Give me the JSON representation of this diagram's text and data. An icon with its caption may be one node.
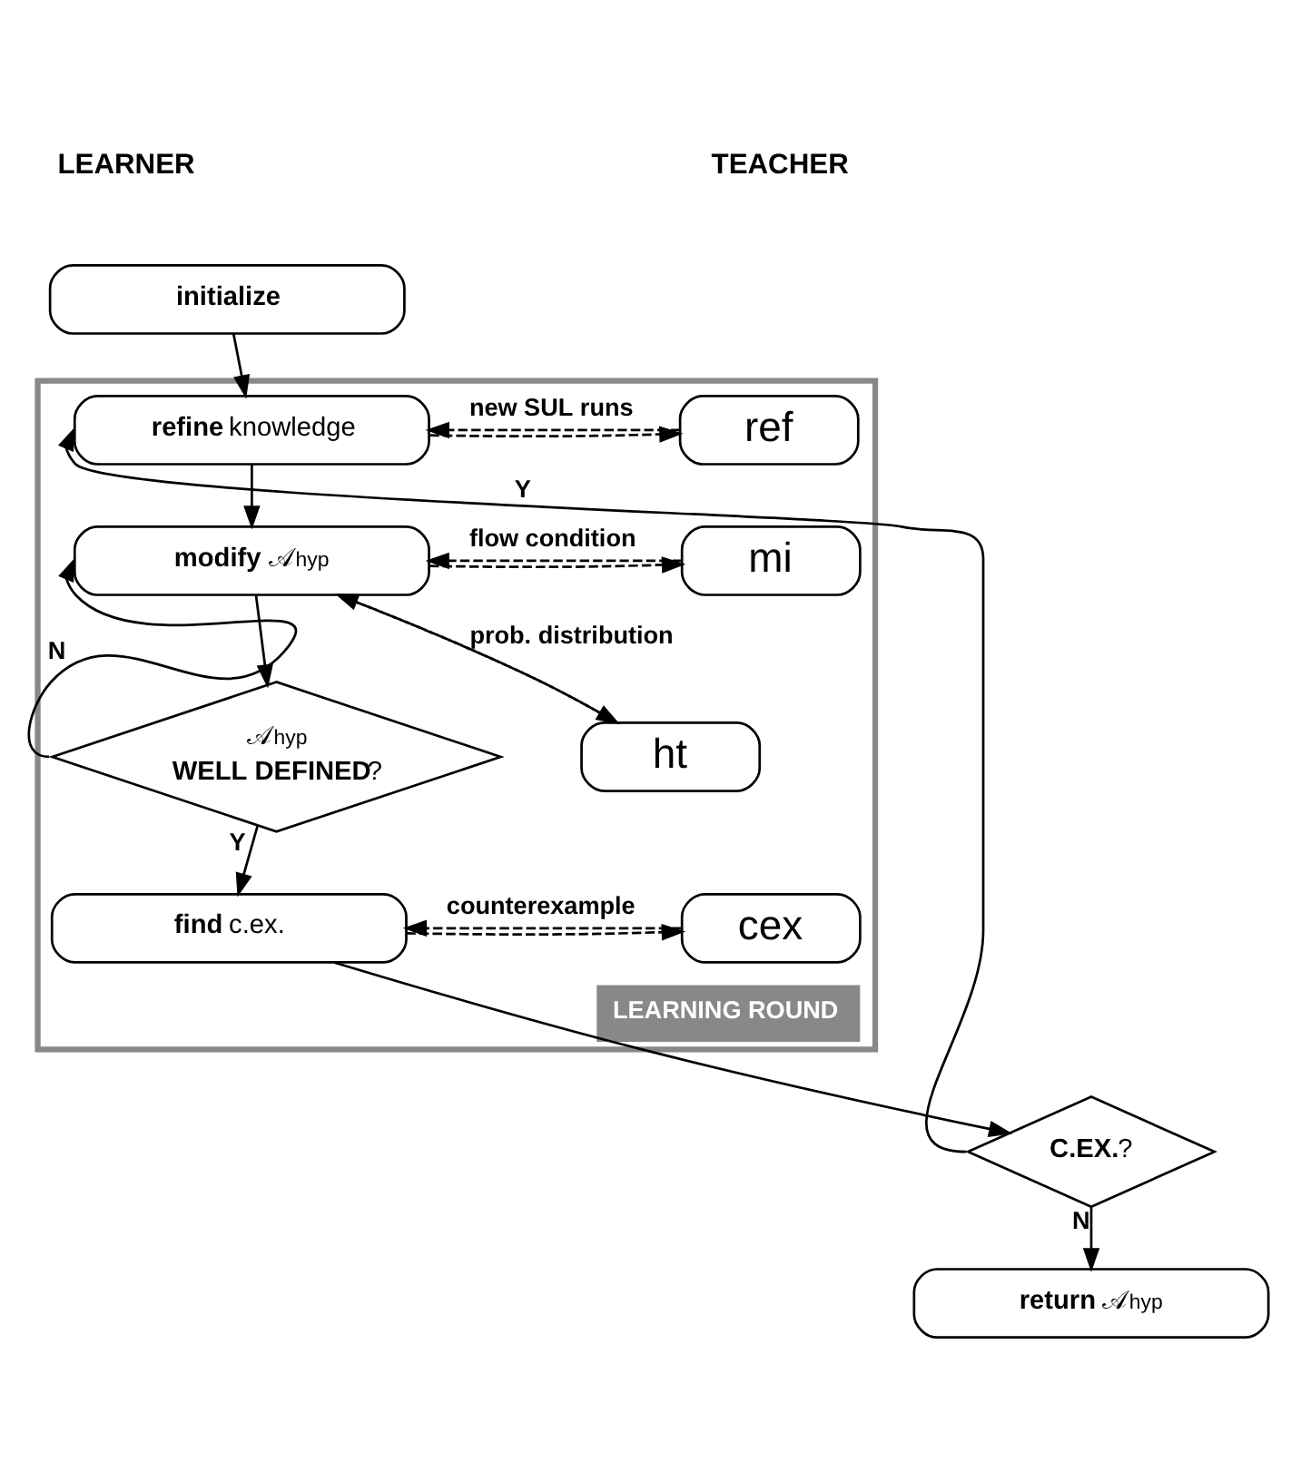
{
  "diagram": {
    "nodes": [
      {
        "text": [
          "LEARNING ROUND"
        ]
      },
      {
        "text": [
          "**initialize**"
        ]
      },
      {
        "text": [
          "**refine** knowledge"
        ],
        "in": 0
      },
      {
        "text": [
          "**modify** 𝒜$_{hyp}$"
        ],
        "in": 0
      },
      {
        "text": [
          "𝒜$_{hyp}$",
          "**WELL DEFINED**?"
        ],
        "in": 0
      },
      {
        "text": [
          "**find** c.ex."
        ],
        "in": 0
      },
      {
        "text": [
          "ref"
        ],
        "in": 0
      },
      {
        "text": [
          "mi"
        ],
        "in": 0
      },
      {
        "text": [
          "ht"
        ],
        "in": 0
      },
      {
        "text": [
          "cex"
        ],
        "in": 0
      },
      {
        "text": [
          "**C.EX.**?"
        ]
      },
      {
        "text": [
          "**return** 𝒜$_{hyp}$"
        ]
      }
    ],
    "edges": [
      {
        "from": 1,
        "to": 2,
        "arrow": "to"
      },
      {
        "from": 2,
        "to": 3,
        "arrow": "to"
      },
      {
        "from": 3,
        "to": 4,
        "arrow": "to"
      },
      {
        "from": 4,
        "to": 3,
        "arrow": "to",
        "label": "N"
      },
      {
        "from": 4,
        "to": 5,
        "arrow": "to",
        "label": "Y"
      },
      {
        "from": 5,
        "to": 10,
        "arrow": "to"
      },
      {
        "from": 10,
        "to": 2,
        "arrow": "to",
        "label": "Y"
      },
      {
        "from": 10,
        "to": 11,
        "arrow": "to",
        "label": "N"
      },
      {
        "from": 2,
        "to": 6,
        "arrow": "to",
        "style": "dashed"
      },
      {
        "from": 6,
        "to": 2,
        "arrow": "to",
        "style": "dashed",
        "label": "new SUL runs"
      },
      {
        "from": 3,
        "to": 7,
        "arrow": "to",
        "style": "dashed"
      },
      {
        "from": 7,
        "to": 3,
        "arrow": "to",
        "style": "dashed",
        "label": "flow condition"
      },
      {
        "from": 3,
        "to": 8,
        "arrow": "to",
        "style": "dashed"
      },
      {
        "from": 8,
        "to": 3,
        "arrow": "to",
        "style": "dashed",
        "label": "prob. distribution"
      },
      {
        "from": 5,
        "to": 9,
        "arrow": "to",
        "style": "dashed"
      },
      {
        "from": 9,
        "to": 5,
        "arrow": "to",
        "style": "dashed",
        "label": "counterexample"
      }
    ],
    "labels": [
      "LEARNER",
      "TEACHER"
    ]
  }
}
